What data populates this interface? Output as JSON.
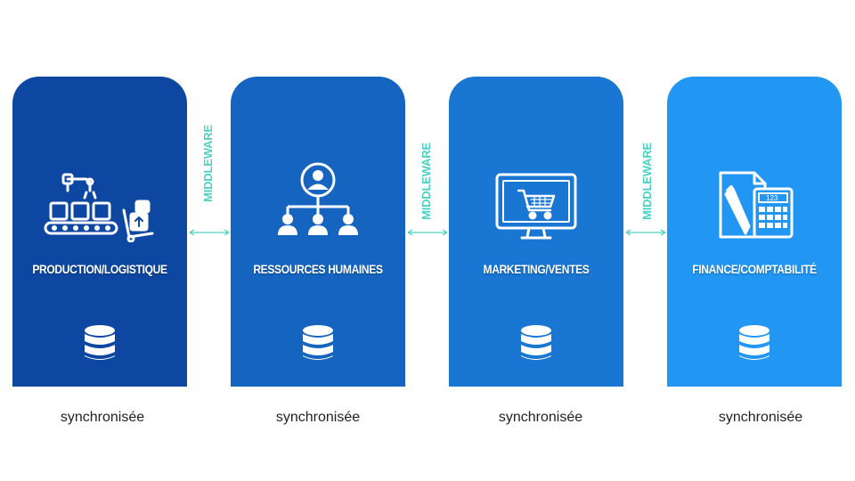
{
  "modules": [
    {
      "title": "PRODUCTION/LOGISTIQUE",
      "icon": "factory-conveyor-icon",
      "caption": "synchronisée",
      "color": "#0d47a1"
    },
    {
      "title": "RESSOURCES HUMAINES",
      "icon": "org-chart-icon",
      "caption": "synchronisée",
      "color": "#1565c0"
    },
    {
      "title": "MARKETING/VENTES",
      "icon": "monitor-cart-icon",
      "caption": "synchronisée",
      "color": "#1976d2"
    },
    {
      "title": "FINANCE/COMPTABILITÉ",
      "icon": "document-calculator-icon",
      "caption": "synchronisée",
      "color": "#2196f3"
    }
  ],
  "connectors": [
    {
      "label": "MIDDLEWARE"
    },
    {
      "label": "MIDDLEWARE"
    },
    {
      "label": "MIDDLEWARE"
    }
  ],
  "colors": {
    "connector": "#4dd0c4",
    "text_dark": "#222222"
  }
}
